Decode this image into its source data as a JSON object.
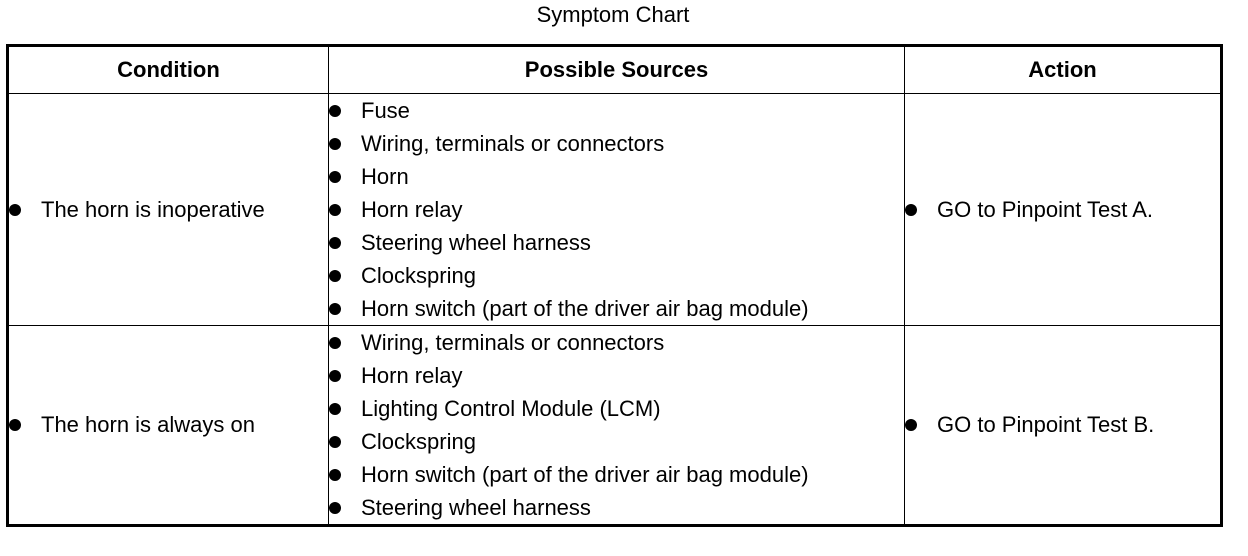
{
  "title": "Symptom Chart",
  "headers": {
    "condition": "Condition",
    "sources": "Possible Sources",
    "action": "Action"
  },
  "rows": [
    {
      "condition": "The horn is inoperative",
      "sources": [
        "Fuse",
        "Wiring, terminals or connectors",
        "Horn",
        "Horn relay",
        "Steering wheel harness",
        "Clockspring",
        "Horn switch (part of the driver air bag module)"
      ],
      "action": "GO to Pinpoint Test A."
    },
    {
      "condition": "The horn is always on",
      "sources": [
        "Wiring, terminals or connectors",
        "Horn relay",
        "Lighting Control Module (LCM)",
        "Clockspring",
        "Horn switch (part of the driver air bag module)",
        "Steering wheel harness"
      ],
      "action": "GO to Pinpoint Test B."
    }
  ],
  "icons": {
    "bullet": "bullet-dot-icon"
  }
}
